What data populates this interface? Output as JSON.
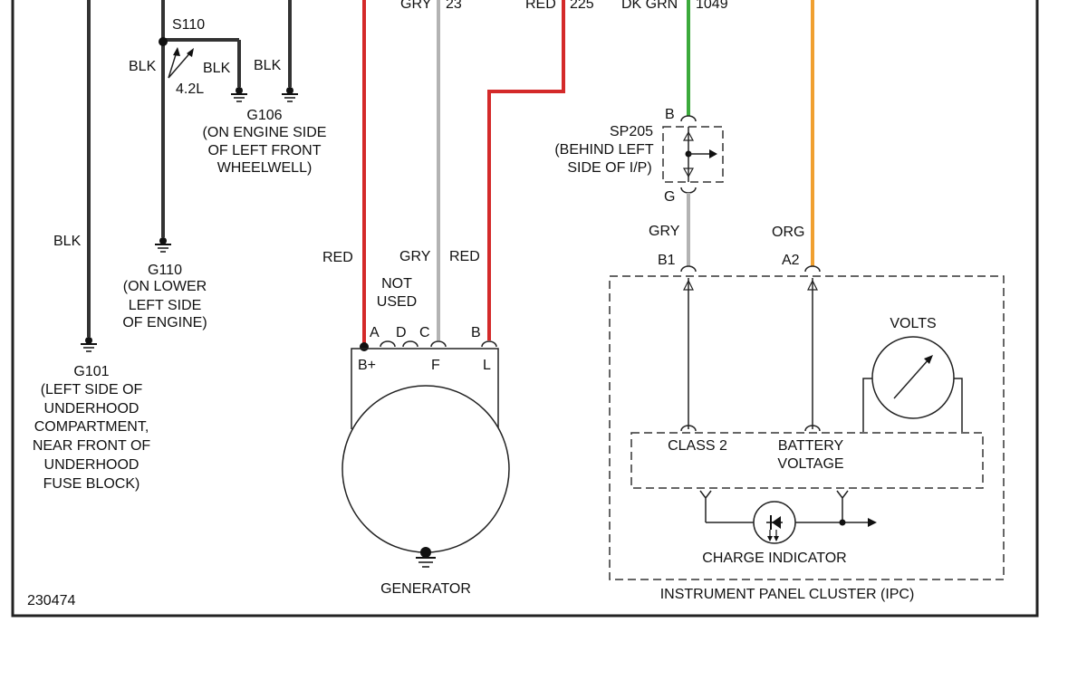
{
  "wires_top": {
    "gry": "GRY",
    "gry_num": "23",
    "red": "RED",
    "red_num": "225",
    "dkgrn": "DK GRN",
    "dkgrn_num": "1049"
  },
  "splice_s110": "S110",
  "blk_labels": [
    "BLK",
    "BLK",
    "BLK",
    "BLK"
  ],
  "engine_option": "4.2L",
  "g106": {
    "id": "G106",
    "desc": [
      "(ON ENGINE SIDE",
      "OF LEFT FRONT",
      "WHEELWELL)"
    ]
  },
  "g110": {
    "id": "G110",
    "desc": [
      "(ON LOWER",
      "LEFT SIDE",
      "OF ENGINE)"
    ]
  },
  "g101": {
    "id": "G101",
    "desc": [
      "(LEFT SIDE OF",
      "UNDERHOOD",
      "COMPARTMENT,",
      "NEAR FRONT OF",
      "UNDERHOOD",
      "FUSE BLOCK)"
    ]
  },
  "generator": {
    "label": "GENERATOR",
    "red_left": "RED",
    "gry": "GRY",
    "red_right": "RED",
    "not_used": [
      "NOT",
      "USED"
    ],
    "pins": {
      "a": "A",
      "d": "D",
      "c": "C",
      "b": "B"
    },
    "terminals": {
      "bplus": "B+",
      "f": "F",
      "l": "L"
    }
  },
  "splice_sp205": {
    "id": "SP205",
    "desc": [
      "(BEHIND LEFT",
      "SIDE OF I/P)"
    ],
    "pin_top": "B",
    "pin_bottom": "G"
  },
  "ipc": {
    "label": "INSTRUMENT PANEL CLUSTER (IPC)",
    "wire_gry": "GRY",
    "wire_org": "ORG",
    "pin_b1": "B1",
    "pin_a2": "A2",
    "class2": "CLASS 2",
    "battery_voltage": [
      "BATTERY",
      "VOLTAGE"
    ],
    "volts": "VOLTS",
    "charge_indicator": "CHARGE INDICATOR"
  },
  "diagram_number": "230474",
  "colors": {
    "red_wire": "#d42a2a",
    "gry_wire": "#b3b3b3",
    "grn_wire": "#3caa3c",
    "org_wire": "#f0a030",
    "blk_wire": "#333333"
  }
}
